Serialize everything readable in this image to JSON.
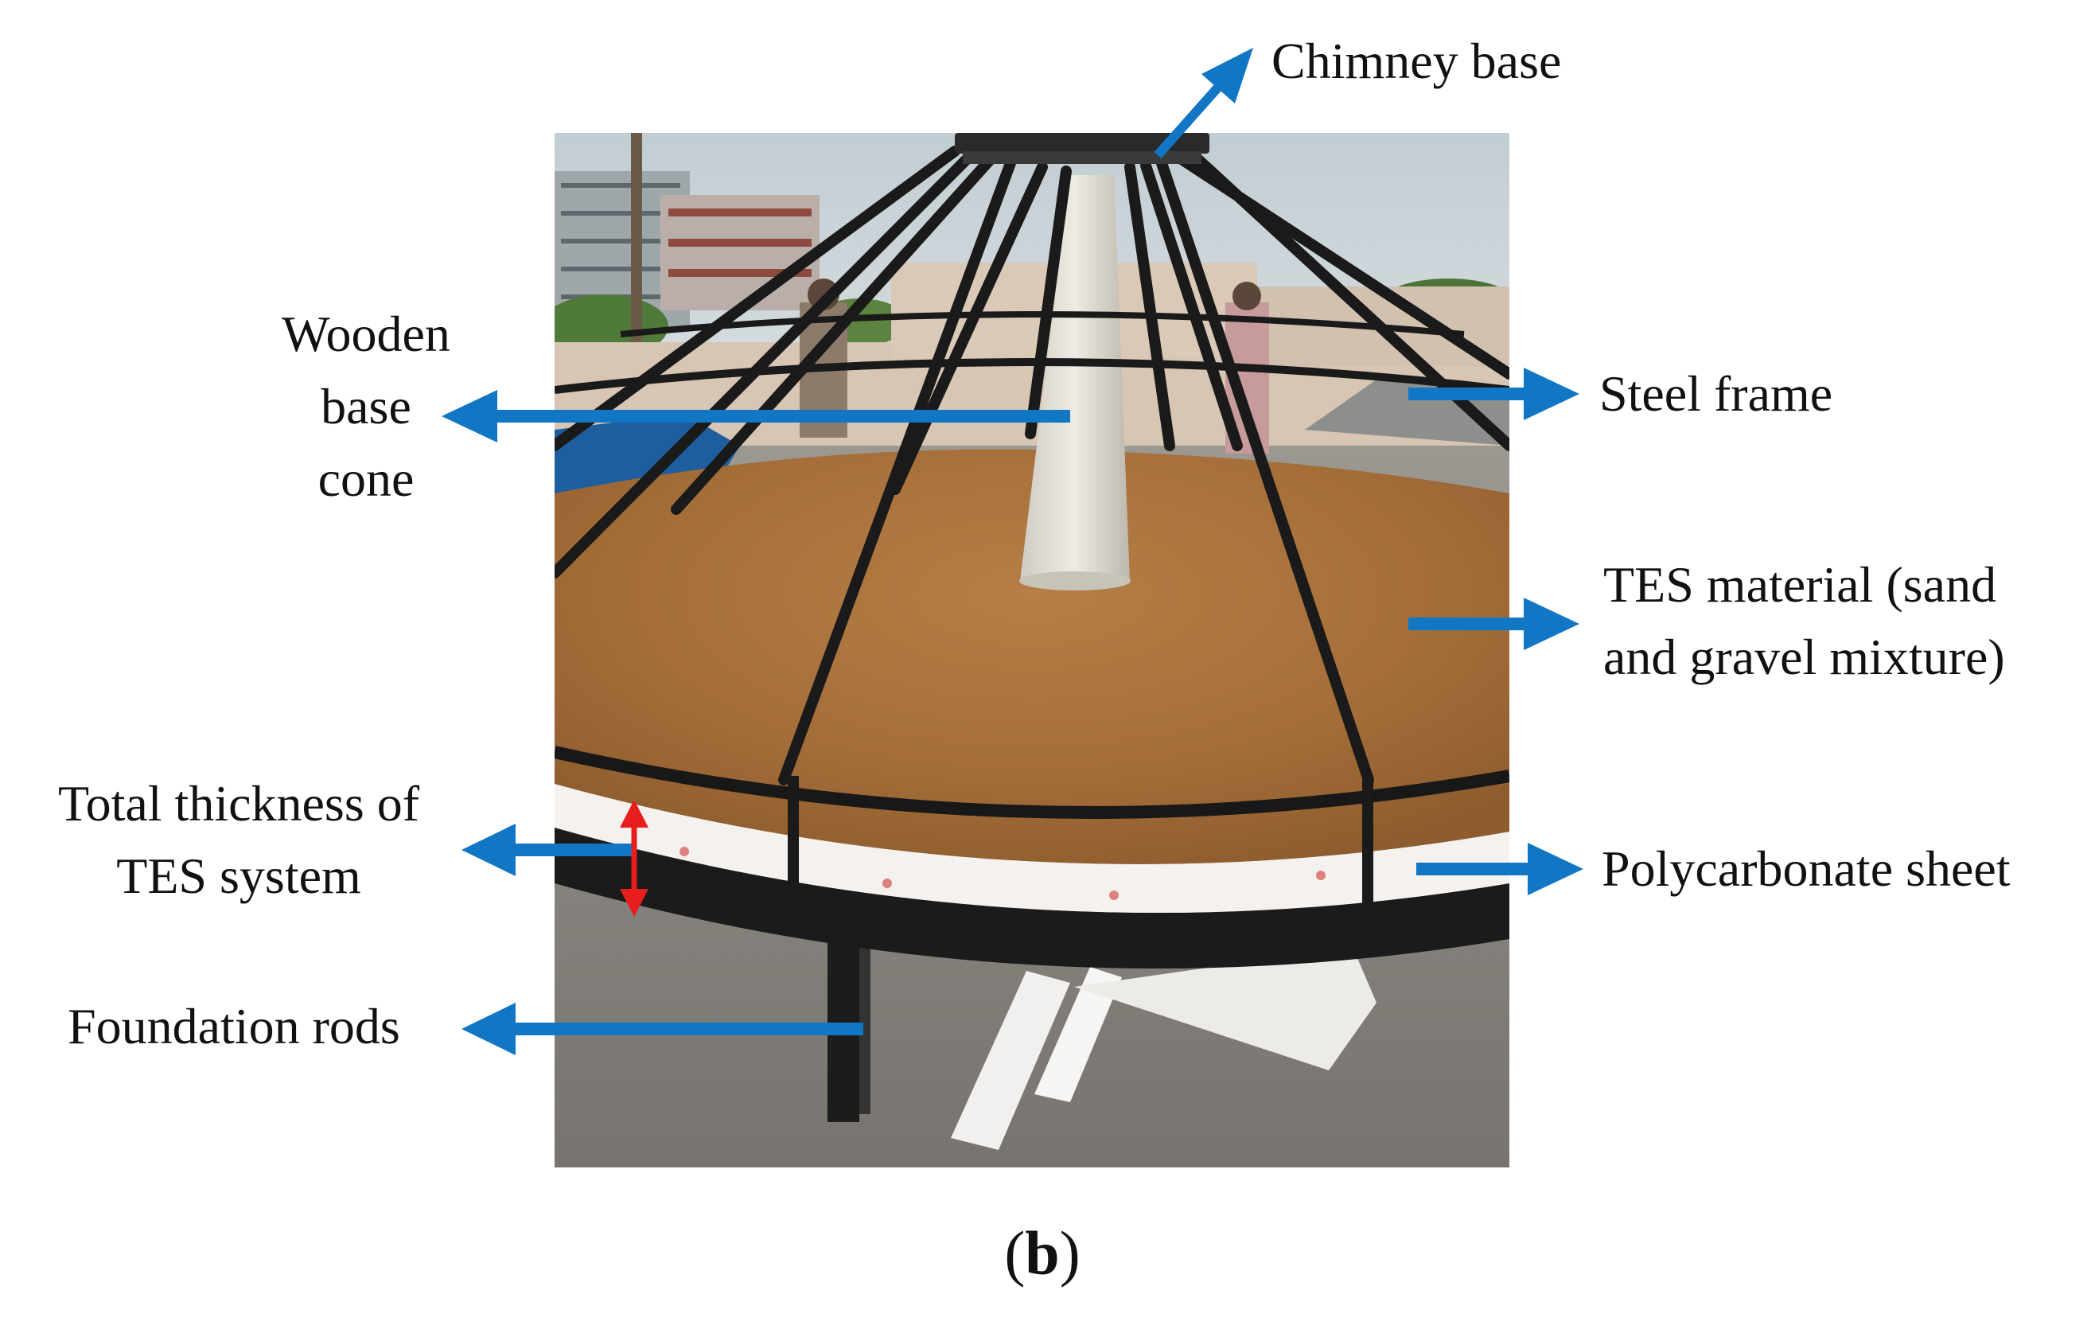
{
  "figure": {
    "labels": {
      "chimney_base": "Chimney base",
      "wooden_base_cone": [
        "Wooden",
        "base",
        "cone"
      ],
      "steel_frame": "Steel frame",
      "tes_material": [
        "TES material (sand",
        "and gravel mixture)"
      ],
      "total_thickness": [
        "Total thickness of",
        "TES system"
      ],
      "polycarbonate_sheet": "Polycarbonate sheet",
      "foundation_rods": "Foundation rods"
    },
    "caption": {
      "open": "(",
      "letter": "b",
      "close": ")"
    }
  },
  "colors": {
    "arrow": "#1177C4",
    "thickness_arrow": "#E81E1E",
    "text": "#111111",
    "sand": "#A8713C",
    "frame": "#1A1A1A",
    "sky": "#C9D1D6",
    "ground": "#8E8B86"
  }
}
